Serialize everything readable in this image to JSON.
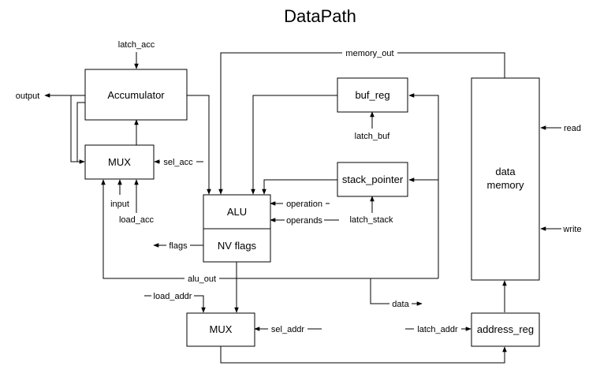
{
  "title": "DataPath",
  "blocks": {
    "accumulator": "Accumulator",
    "mux_acc": "MUX",
    "alu": "ALU",
    "nv_flags": "NV flags",
    "buf_reg": "buf_reg",
    "stack_pointer": "stack_pointer",
    "data_memory_line1": "data",
    "data_memory_line2": "memory",
    "mux_addr": "MUX",
    "address_reg": "address_reg"
  },
  "signals": {
    "latch_acc": "latch_acc",
    "output": "output",
    "sel_acc": "sel_acc",
    "input": "input",
    "load_acc": "load_acc",
    "memory_out": "memory_out",
    "latch_buf": "latch_buf",
    "operation": "operation",
    "operands": "operands",
    "latch_stack": "latch_stack",
    "flags": "flags",
    "alu_out": "alu_out",
    "data": "data",
    "load_addr": "load_addr",
    "sel_addr": "sel_addr",
    "latch_addr": "latch_addr",
    "read": "read",
    "write": "write"
  }
}
